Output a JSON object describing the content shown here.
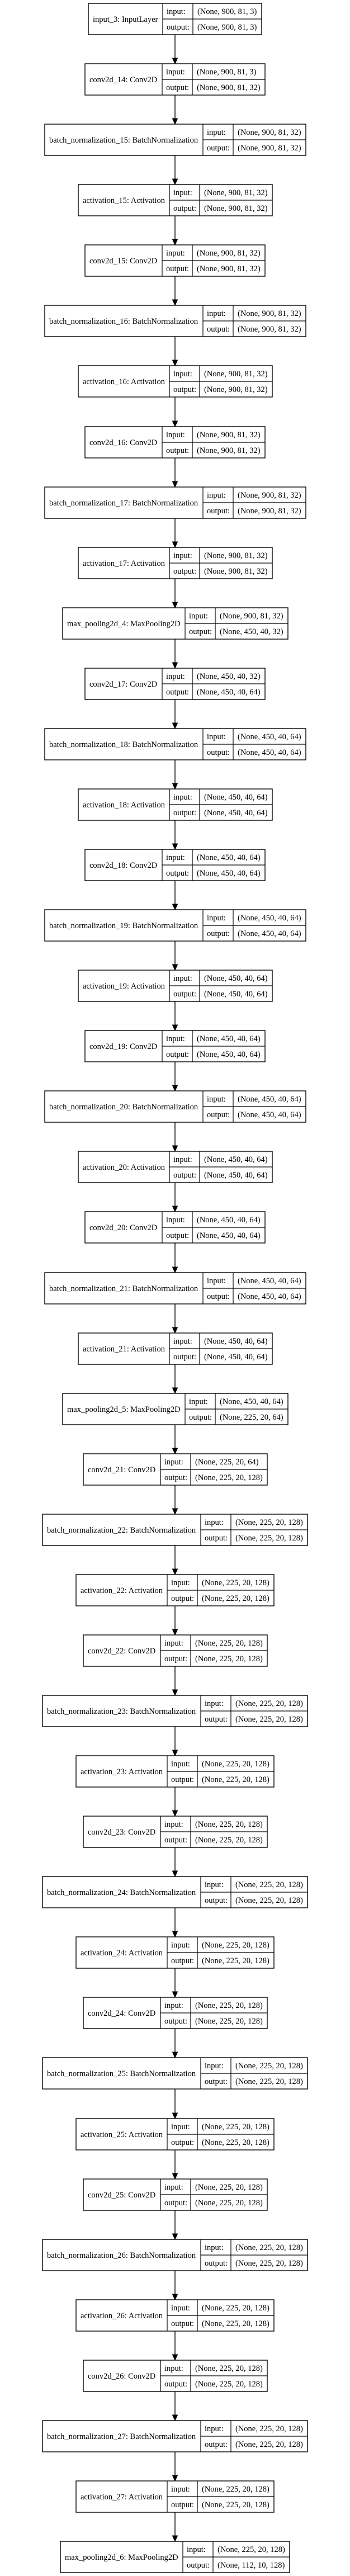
{
  "diagram": {
    "type": "keras-model-plot",
    "port_labels": {
      "input": "input:",
      "output": "output:"
    },
    "layers": [
      {
        "name": "input_3: InputLayer",
        "input": "(None, 900, 81, 3)",
        "output": "(None, 900, 81, 3)"
      },
      {
        "name": "conv2d_14: Conv2D",
        "input": "(None, 900, 81, 3)",
        "output": "(None, 900, 81, 32)"
      },
      {
        "name": "batch_normalization_15: BatchNormalization",
        "input": "(None, 900, 81, 32)",
        "output": "(None, 900, 81, 32)"
      },
      {
        "name": "activation_15: Activation",
        "input": "(None, 900, 81, 32)",
        "output": "(None, 900, 81, 32)"
      },
      {
        "name": "conv2d_15: Conv2D",
        "input": "(None, 900, 81, 32)",
        "output": "(None, 900, 81, 32)"
      },
      {
        "name": "batch_normalization_16: BatchNormalization",
        "input": "(None, 900, 81, 32)",
        "output": "(None, 900, 81, 32)"
      },
      {
        "name": "activation_16: Activation",
        "input": "(None, 900, 81, 32)",
        "output": "(None, 900, 81, 32)"
      },
      {
        "name": "conv2d_16: Conv2D",
        "input": "(None, 900, 81, 32)",
        "output": "(None, 900, 81, 32)"
      },
      {
        "name": "batch_normalization_17: BatchNormalization",
        "input": "(None, 900, 81, 32)",
        "output": "(None, 900, 81, 32)"
      },
      {
        "name": "activation_17: Activation",
        "input": "(None, 900, 81, 32)",
        "output": "(None, 900, 81, 32)"
      },
      {
        "name": "max_pooling2d_4: MaxPooling2D",
        "input": "(None, 900, 81, 32)",
        "output": "(None, 450, 40, 32)"
      },
      {
        "name": "conv2d_17: Conv2D",
        "input": "(None, 450, 40, 32)",
        "output": "(None, 450, 40, 64)"
      },
      {
        "name": "batch_normalization_18: BatchNormalization",
        "input": "(None, 450, 40, 64)",
        "output": "(None, 450, 40, 64)"
      },
      {
        "name": "activation_18: Activation",
        "input": "(None, 450, 40, 64)",
        "output": "(None, 450, 40, 64)"
      },
      {
        "name": "conv2d_18: Conv2D",
        "input": "(None, 450, 40, 64)",
        "output": "(None, 450, 40, 64)"
      },
      {
        "name": "batch_normalization_19: BatchNormalization",
        "input": "(None, 450, 40, 64)",
        "output": "(None, 450, 40, 64)"
      },
      {
        "name": "activation_19: Activation",
        "input": "(None, 450, 40, 64)",
        "output": "(None, 450, 40, 64)"
      },
      {
        "name": "conv2d_19: Conv2D",
        "input": "(None, 450, 40, 64)",
        "output": "(None, 450, 40, 64)"
      },
      {
        "name": "batch_normalization_20: BatchNormalization",
        "input": "(None, 450, 40, 64)",
        "output": "(None, 450, 40, 64)"
      },
      {
        "name": "activation_20: Activation",
        "input": "(None, 450, 40, 64)",
        "output": "(None, 450, 40, 64)"
      },
      {
        "name": "conv2d_20: Conv2D",
        "input": "(None, 450, 40, 64)",
        "output": "(None, 450, 40, 64)"
      },
      {
        "name": "batch_normalization_21: BatchNormalization",
        "input": "(None, 450, 40, 64)",
        "output": "(None, 450, 40, 64)"
      },
      {
        "name": "activation_21: Activation",
        "input": "(None, 450, 40, 64)",
        "output": "(None, 450, 40, 64)"
      },
      {
        "name": "max_pooling2d_5: MaxPooling2D",
        "input": "(None, 450, 40, 64)",
        "output": "(None, 225, 20, 64)"
      },
      {
        "name": "conv2d_21: Conv2D",
        "input": "(None, 225, 20, 64)",
        "output": "(None, 225, 20, 128)"
      },
      {
        "name": "batch_normalization_22: BatchNormalization",
        "input": "(None, 225, 20, 128)",
        "output": "(None, 225, 20, 128)"
      },
      {
        "name": "activation_22: Activation",
        "input": "(None, 225, 20, 128)",
        "output": "(None, 225, 20, 128)"
      },
      {
        "name": "conv2d_22: Conv2D",
        "input": "(None, 225, 20, 128)",
        "output": "(None, 225, 20, 128)"
      },
      {
        "name": "batch_normalization_23: BatchNormalization",
        "input": "(None, 225, 20, 128)",
        "output": "(None, 225, 20, 128)"
      },
      {
        "name": "activation_23: Activation",
        "input": "(None, 225, 20, 128)",
        "output": "(None, 225, 20, 128)"
      },
      {
        "name": "conv2d_23: Conv2D",
        "input": "(None, 225, 20, 128)",
        "output": "(None, 225, 20, 128)"
      },
      {
        "name": "batch_normalization_24: BatchNormalization",
        "input": "(None, 225, 20, 128)",
        "output": "(None, 225, 20, 128)"
      },
      {
        "name": "activation_24: Activation",
        "input": "(None, 225, 20, 128)",
        "output": "(None, 225, 20, 128)"
      },
      {
        "name": "conv2d_24: Conv2D",
        "input": "(None, 225, 20, 128)",
        "output": "(None, 225, 20, 128)"
      },
      {
        "name": "batch_normalization_25: BatchNormalization",
        "input": "(None, 225, 20, 128)",
        "output": "(None, 225, 20, 128)"
      },
      {
        "name": "activation_25: Activation",
        "input": "(None, 225, 20, 128)",
        "output": "(None, 225, 20, 128)"
      },
      {
        "name": "conv2d_25: Conv2D",
        "input": "(None, 225, 20, 128)",
        "output": "(None, 225, 20, 128)"
      },
      {
        "name": "batch_normalization_26: BatchNormalization",
        "input": "(None, 225, 20, 128)",
        "output": "(None, 225, 20, 128)"
      },
      {
        "name": "activation_26: Activation",
        "input": "(None, 225, 20, 128)",
        "output": "(None, 225, 20, 128)"
      },
      {
        "name": "conv2d_26: Conv2D",
        "input": "(None, 225, 20, 128)",
        "output": "(None, 225, 20, 128)"
      },
      {
        "name": "batch_normalization_27: BatchNormalization",
        "input": "(None, 225, 20, 128)",
        "output": "(None, 225, 20, 128)"
      },
      {
        "name": "activation_27: Activation",
        "input": "(None, 225, 20, 128)",
        "output": "(None, 225, 20, 128)"
      },
      {
        "name": "max_pooling2d_6: MaxPooling2D",
        "input": "(None, 225, 20, 128)",
        "output": "(None, 112, 10, 128)"
      }
    ]
  }
}
